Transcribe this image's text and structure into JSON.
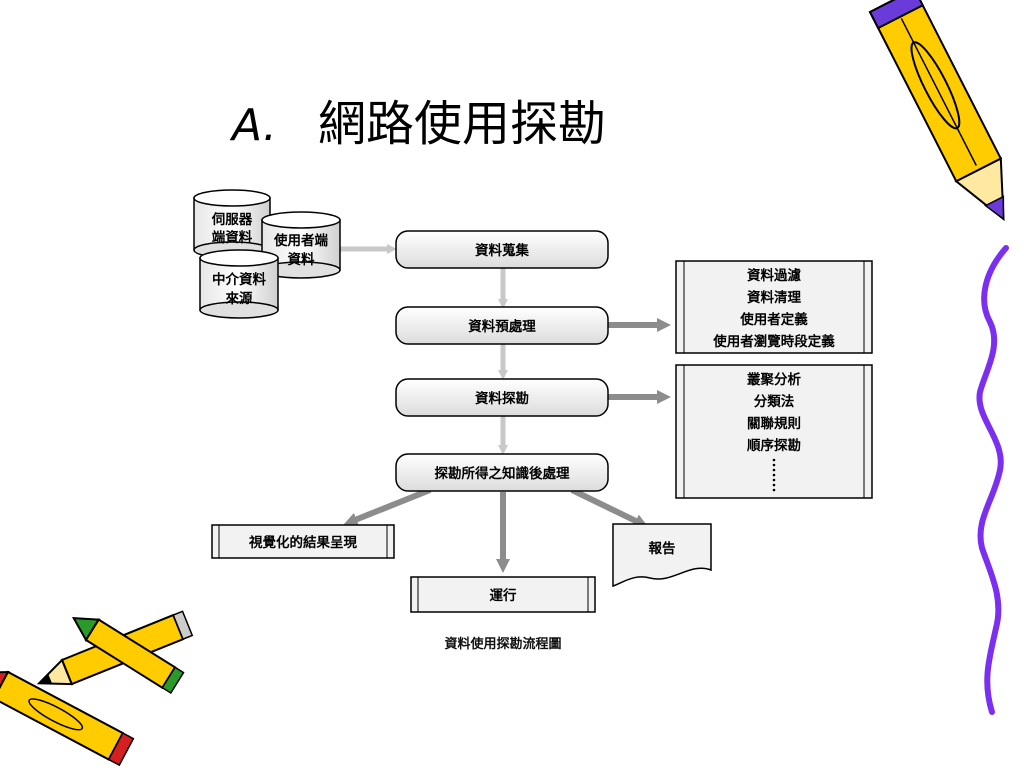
{
  "slide": {
    "title_prefix": "A.",
    "title": "網路使用探勘",
    "caption": "資料使用探勘流程圖"
  },
  "sources": {
    "server": [
      "伺服器",
      "端資料"
    ],
    "client": [
      "使用者端",
      "資料"
    ],
    "proxy": [
      "中介資料",
      "來源"
    ]
  },
  "process": {
    "collect": "資料蒐集",
    "preprocess": "資料預處理",
    "mining": "資料探勘",
    "postprocess": "探勘所得之知識後處理"
  },
  "preprocess_tasks": [
    "資料過濾",
    "資料清理",
    "使用者定義",
    "使用者瀏覽時段定義"
  ],
  "mining_methods": [
    "叢聚分析",
    "分類法",
    "關聯規則",
    "順序探勘"
  ],
  "outputs": {
    "visual": "視覺化的結果呈現",
    "run": "運行",
    "report": "報告"
  },
  "colors": {
    "arrow_light": "#c8c8c8",
    "arrow_dark": "#8c8c8c",
    "box_fill": "#f2f2f2",
    "pencil_yellow": "#ffcc00",
    "pencil_purple": "#6a3bd8",
    "pencil_red": "#d42020",
    "pencil_green": "#2a9a2a",
    "squiggle": "#7b2ff0"
  },
  "icons": [
    "pencil-icon",
    "database-cylinder-icon",
    "document-icon"
  ]
}
